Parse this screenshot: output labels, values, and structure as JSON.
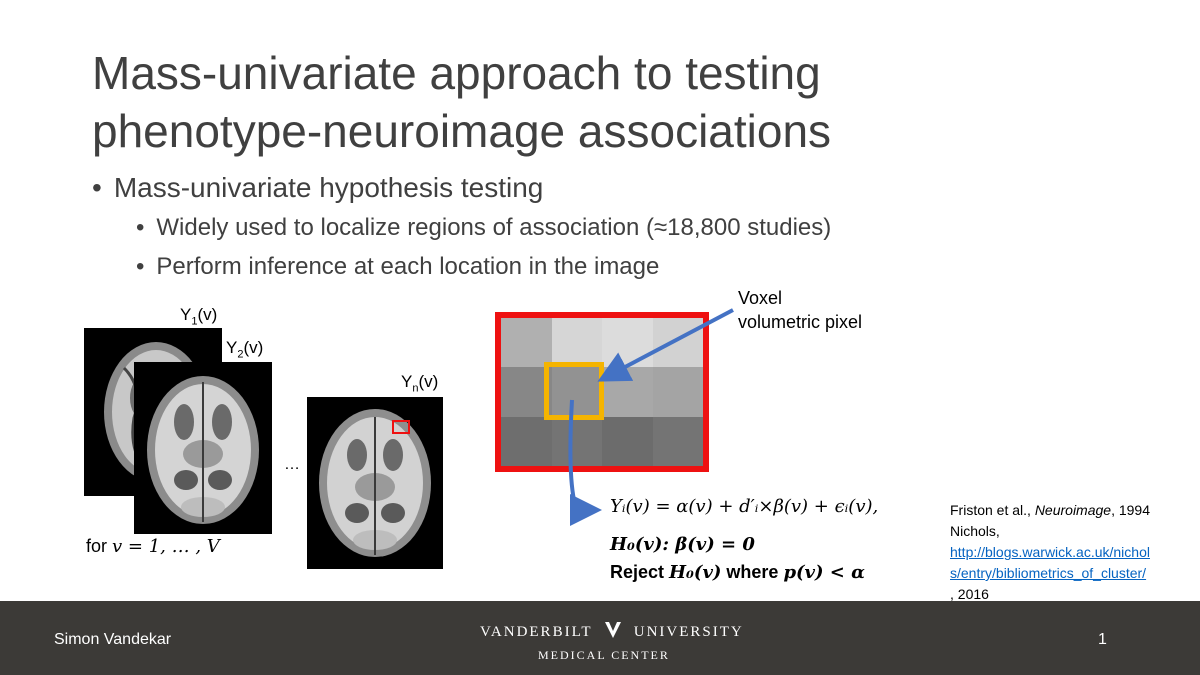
{
  "slide": {
    "title_line1": "Mass-univariate approach to testing",
    "title_line2": "phenotype-neuroimage associations",
    "bullet_main": "Mass-univariate hypothesis testing",
    "sub_bullets": [
      "Widely used to localize regions of association (≈18,800 studies)",
      "Perform inference at each location in the image"
    ]
  },
  "figure": {
    "image_labels": {
      "y1": "Y",
      "y1_sub": "1",
      "y2": "Y",
      "y2_sub": "2",
      "yn": "Y",
      "yn_sub": "n",
      "suffix": "(v)"
    },
    "ellipsis": "…",
    "for_v": "for ",
    "for_v_math": "v = 1, … , V",
    "voxel_title": "Voxel",
    "voxel_desc": "volumetric pixel",
    "voxel_grid_shades": [
      "#b0b0b0",
      "#d6d6d6",
      "#dcdcdc",
      "#d2d2d2",
      "#878787",
      "#929292",
      "#a8a8a8",
      "#a4a4a4",
      "#6e6e6e",
      "#747474",
      "#6c6c6c",
      "#747474"
    ],
    "highlight_color": "#f5b400",
    "border_color": "#ee1111"
  },
  "equations": {
    "model": "Yᵢ(v) = α(v) + d′ᵢ×β(v) + ϵᵢ(v),",
    "null_h": "H₀(v): β(v) = 0",
    "reject_pre": "Reject ",
    "reject_h": "H₀(v)",
    "reject_mid": " where ",
    "reject_p": "p(v) < α"
  },
  "citation": {
    "line1_pre": "Friston et al., ",
    "line1_journal": "Neuroimage",
    "line1_post": ", 1994",
    "line2": "Nichols,",
    "link_line1": "http://blogs.warwick.ac.uk/nichol",
    "link_line2": "s/entry/bibliometrics_of_cluster/",
    "line_end": ", 2016"
  },
  "footer": {
    "author": "Simon Vandekar",
    "logo_left": "VANDERBILT",
    "logo_right": "UNIVERSITY",
    "logo_bottom": "MEDICAL CENTER",
    "page_number": "1"
  },
  "colors": {
    "title": "#404040",
    "footer_bg": "#3c3a37",
    "arrow": "#4472c4",
    "link": "#0563c1"
  }
}
